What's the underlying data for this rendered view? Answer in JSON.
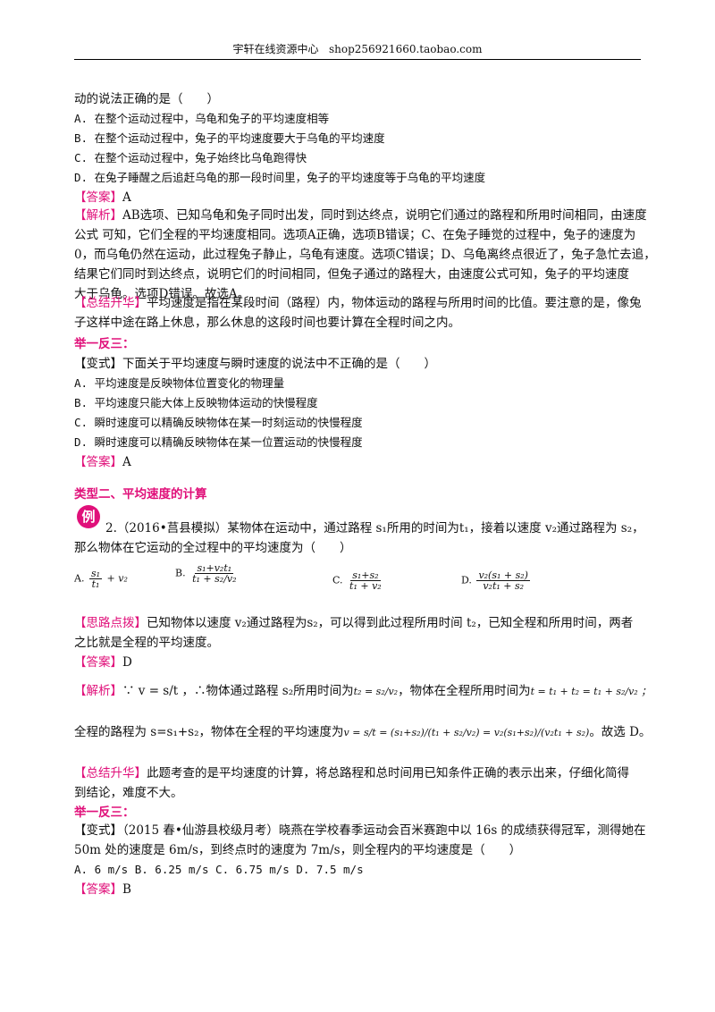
{
  "header": {
    "title": "宇轩在线资源中心",
    "shop": "shop256921660.taobao.com"
  },
  "q1": {
    "stem_end": "动的说法正确的是（　　）",
    "options": [
      "A. 在整个运动过程中，乌龟和兔子的平均速度相等",
      "B. 在整个运动过程中，兔子的平均速度要大于乌龟的平均速度",
      "C. 在整个运动过程中，兔子始终比乌龟跑得快",
      "D. 在兔子睡醒之后追赶乌龟的那一段时间里，兔子的平均速度等于乌龟的平均速度"
    ],
    "answer_tag": "【答案】",
    "answer": "A",
    "analysis_tag": "【解析】",
    "analysis_lines": [
      "AB选项、已知乌龟和兔子同时出发，同时到达终点，说明它们通过的路程和所用时间相同，由速度",
      "公式  可知，它们全程的平均速度相同。选项A正确，选项B错误；C、在兔子睡觉的过程中，兔子的速度为",
      "0，而乌龟仍然在运动，此过程兔子静止，乌龟有速度。选项C错误；D、乌龟离终点很近了，兔子急忙去追，",
      "结果它们同时到达终点，说明它们的时间相同，但兔子通过的路程大，由速度公式可知，兔子的平均速度",
      "大于乌龟。选项D错误。故选A。"
    ],
    "summary_tag": "【总结升华】",
    "summary_lines": [
      "平均速度是指在某段时间（路程）内，物体运动的路程与所用时间的比值。要注意的是，像兔",
      "子这样中途在路上休息，那么休息的这段时间也要计算在全程时间之内。"
    ]
  },
  "var1": {
    "heading": "举一反三：",
    "tag": "【变式】",
    "stem": "下面关于平均速度与瞬时速度的说法中不正确的是（　　）",
    "options": [
      "A. 平均速度是反映物体位置变化的物理量",
      "B. 平均速度只能大体上反映物体运动的快慢程度",
      "C. 瞬时速度可以精确反映物体在某一时刻运动的快慢程度",
      "D. 瞬时速度可以精确反映物体在某一位置运动的快慢程度"
    ],
    "answer_tag": "【答案】",
    "answer": "A"
  },
  "type2": {
    "heading": "类型二、平均速度的计算",
    "badge": "例",
    "stem_line1": "2.（2016•莒县模拟）某物体在运动中，通过路程 s₁所用的时间为t₁，接着以速度 v₂通过路程为 s₂，",
    "stem_line2": "那么物体在它运动的全过程中的平均速度为（　　）",
    "choices": [
      {
        "label": "A.",
        "num": "s₁",
        "den": "t₁",
        "tail": "+ v₂"
      },
      {
        "label": "B.",
        "num": "s₁+v₂t₁",
        "den": "t₁ + s₂/v₂"
      },
      {
        "label": "C.",
        "num": "s₁+s₂",
        "den": "t₁ + v₂"
      },
      {
        "label": "D.",
        "num": "v₂(s₁ + s₂)",
        "den": "v₂t₁ + s₂"
      }
    ],
    "hint_tag": "【思路点拨】",
    "hint_lines": [
      "已知物体以速度 v₂通过路程为s₂，可以得到此过程所用时间 t₂，已知全程和所用时间，两者",
      "之比就是全程的平均速度。"
    ],
    "answer_tag": "【答案】",
    "answer": "D",
    "analysis_tag": "【解析】",
    "analysis_line1_a": "∵ v = s/t ，∴物体通过路程 s₂所用时间为",
    "analysis_line1_b": "t₂ = s₂/v₂",
    "analysis_line1_c": "，物体在全程所用时间为",
    "analysis_line1_d": "t = t₁ + t₂ = t₁ + s₂/v₂ ；",
    "analysis_line2_a": "全程的路程为 s=s₁+s₂，物体在全程的平均速度为",
    "analysis_line2_b": "v = s/t = (s₁+s₂)/(t₁ + s₂/v₂) = v₂(s₁+s₂)/(v₂t₁ + s₂)",
    "analysis_line2_c": "。故选 D。",
    "summary_tag": "【总结升华】",
    "summary_lines": [
      "此题考查的是平均速度的计算，将总路程和总时间用已知条件正确的表示出来，仔细化简得",
      "到结论，难度不大。"
    ]
  },
  "var2": {
    "heading": "举一反三：",
    "stem_line1": "【变式】（2015 春•仙游县校级月考）晓燕在学校春季运动会百米赛跑中以 16s 的成绩获得冠军，测得她在",
    "stem_line2": "50m 处的速度是 6m/s，到终点时的速度为 7m/s，则全程内的平均速度是（　　）",
    "options": "A. 6 m/s    B. 6.25 m/s    C. 6.75 m/s    D. 7.5 m/s",
    "answer_tag": "【答案】",
    "answer": "B"
  }
}
